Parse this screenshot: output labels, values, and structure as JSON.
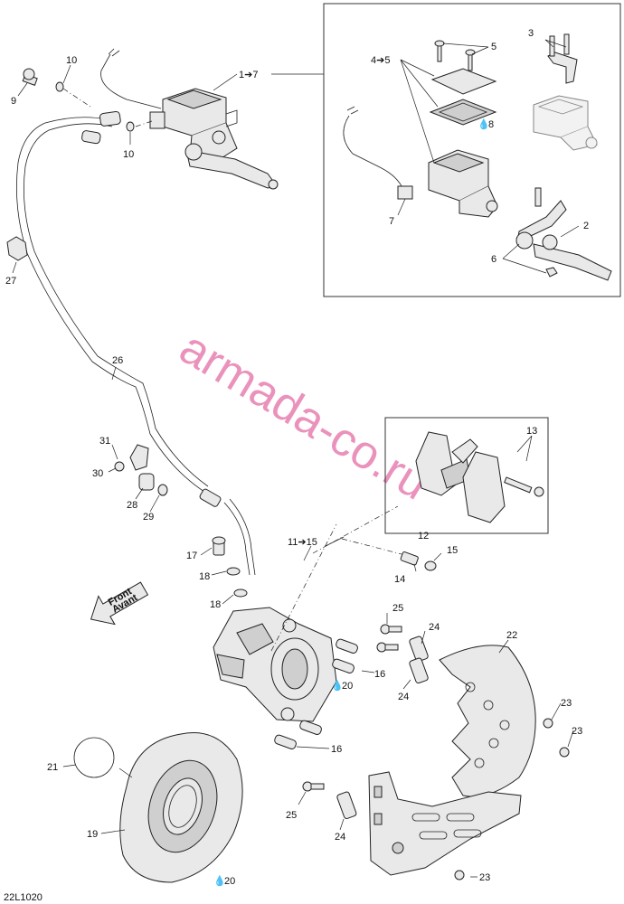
{
  "drawing_code": "22L1020",
  "watermark": "armada-co.ru",
  "front_arrow": {
    "line1": "Front",
    "line2": "Avant"
  },
  "fluid_symbol": "💧",
  "callouts": {
    "c1_7": "1➔7",
    "c2": "2",
    "c3": "3",
    "c4_5": "4➔5",
    "c5": "5",
    "c6": "6",
    "c7": "7",
    "c8": "8",
    "c9": "9",
    "c10a": "10",
    "c10b": "10",
    "c11_15": "11➔15",
    "c12": "12",
    "c13": "13",
    "c14": "14",
    "c15": "15",
    "c16a": "16",
    "c16b": "16",
    "c17": "17",
    "c18a": "18",
    "c18b": "18",
    "c19": "19",
    "c20a": "20",
    "c20b": "20",
    "c21": "21",
    "c22": "22",
    "c23a": "23",
    "c23b": "23",
    "c23c": "23",
    "c24a": "24",
    "c24b": "24",
    "c24c": "24",
    "c25a": "25",
    "c25b": "25",
    "c26": "26",
    "c27": "27",
    "c28": "28",
    "c29": "29",
    "c30": "30",
    "c31": "31"
  }
}
